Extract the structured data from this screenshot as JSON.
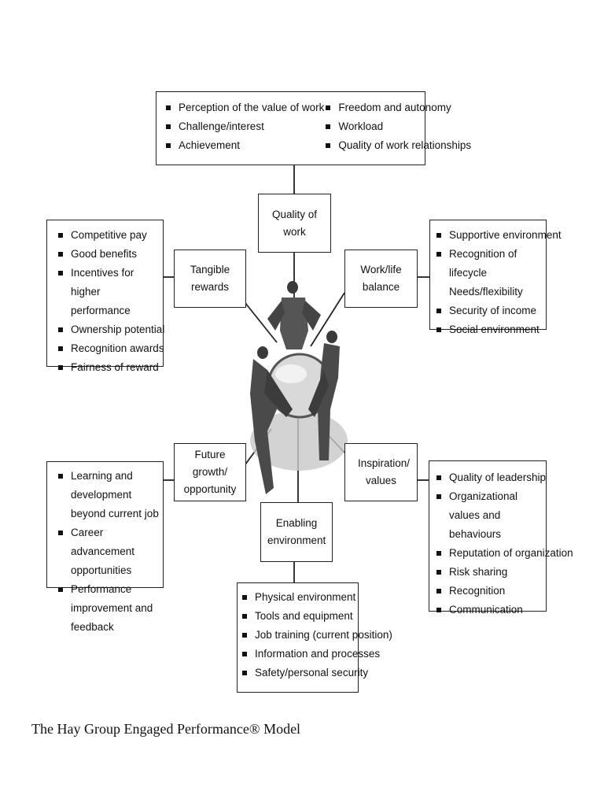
{
  "top_box": {
    "left_items": [
      "Perception of the value of work",
      "Challenge/interest",
      "Achievement"
    ],
    "right_items": [
      "Freedom and autonomy",
      "Workload",
      "Quality of work relationships"
    ]
  },
  "center_labels": {
    "quality_of_work": "Quality of work",
    "tangible_rewards": "Tangible rewards",
    "work_life_balance": "Work/life balance",
    "future_growth": "Future growth/ opportunity",
    "inspiration_values": "Inspiration/ values",
    "enabling_environment": "Enabling environment"
  },
  "left_upper_box": {
    "items": [
      "Competitive pay",
      "Good benefits",
      "Incentives for higher performance",
      "Ownership potential",
      "Recognition awards",
      "Fairness of reward"
    ]
  },
  "right_upper_box": {
    "items": [
      "Supportive environment",
      "Recognition of lifecycle Needs/flexibility",
      "Security of income",
      "Social environment"
    ]
  },
  "left_lower_box": {
    "items": [
      "Learning and development beyond current job",
      "Career advancement opportunities",
      "Performance improvement and feedback"
    ]
  },
  "right_lower_box": {
    "items": [
      "Quality of leadership",
      "Organizational values and behaviours",
      "Reputation of organization",
      "Risk sharing",
      "Recognition",
      "Communication"
    ]
  },
  "bottom_box": {
    "items": [
      "Physical environment",
      "Tools and equipment",
      "Job training (current position)",
      "Information and processes",
      "Safety/personal security"
    ]
  },
  "caption": "The Hay Group Engaged Performance® Model",
  "colors": {
    "line": "#222222",
    "figure_dark": "#3a3a3a",
    "figure_mid": "#707070",
    "globe_light": "#d8d8d8",
    "shadow": "#bdbdbd"
  }
}
